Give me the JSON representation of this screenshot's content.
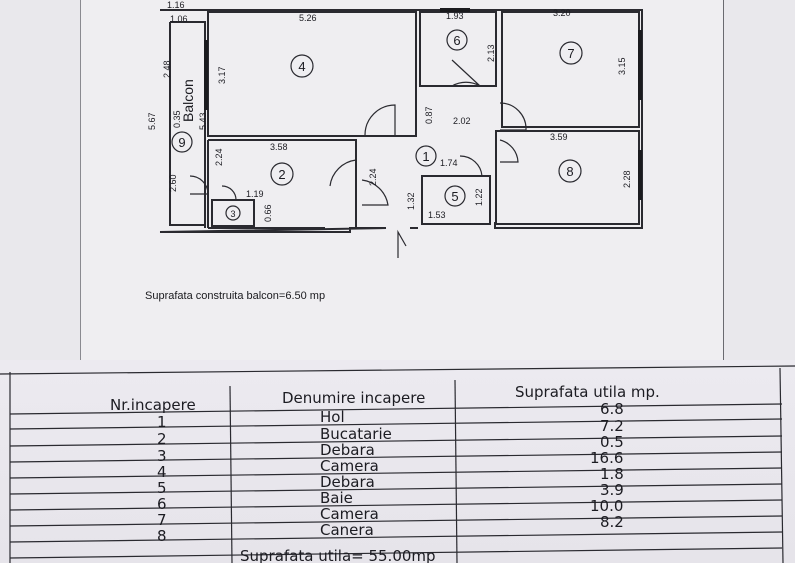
{
  "plan": {
    "dims": {
      "top_left_1": "1.16",
      "top_left_2": "1.06",
      "room4_width": "5.26",
      "room6_width": "1.93",
      "room7_width": "3.20",
      "left_outer": "5.67",
      "balcon_h1": "2.48",
      "balcon_h2": "0.35",
      "balcon_h3": "5.43",
      "room4_height": "3.17",
      "room6_height": "2.13",
      "room7_height": "3.15",
      "hall_a": "0.87",
      "hall_b": "2.02",
      "room2_width": "3.58",
      "room2_height": "2.24",
      "hall_height": "2.24",
      "room8_width": "3.59",
      "room8_height": "2.28",
      "balcon_low": "2.60",
      "room3_w": "1.19",
      "room3_h": "0.66",
      "hall_c": "1.32",
      "room5_a": "1.74",
      "room5_b": "1.22",
      "room5_w": "1.53"
    },
    "balcon_label": "Balcon",
    "room_numbers": [
      "1",
      "2",
      "3",
      "4",
      "5",
      "6",
      "7",
      "8",
      "9"
    ]
  },
  "note": "Suprafata construita balcon=6.50 mp",
  "table": {
    "headers": [
      "Nr.incapere",
      "Denumire incapere",
      "Suprafata utila mp."
    ],
    "rows": [
      {
        "nr": "1",
        "name": "Hol",
        "area": "6.8"
      },
      {
        "nr": "2",
        "name": "Bucatarie",
        "area": "7.2"
      },
      {
        "nr": "3",
        "name": "Debara",
        "area": "0.5"
      },
      {
        "nr": "4",
        "name": "Camera",
        "area": "16.6"
      },
      {
        "nr": "5",
        "name": "Debara",
        "area": "1.8"
      },
      {
        "nr": "6",
        "name": "Baie",
        "area": "3.9"
      },
      {
        "nr": "7",
        "name": "Camera",
        "area": "10.0"
      },
      {
        "nr": "8",
        "name": "Canera",
        "area": "8.2"
      }
    ],
    "total": "Suprafata utila= 55.00mp"
  }
}
